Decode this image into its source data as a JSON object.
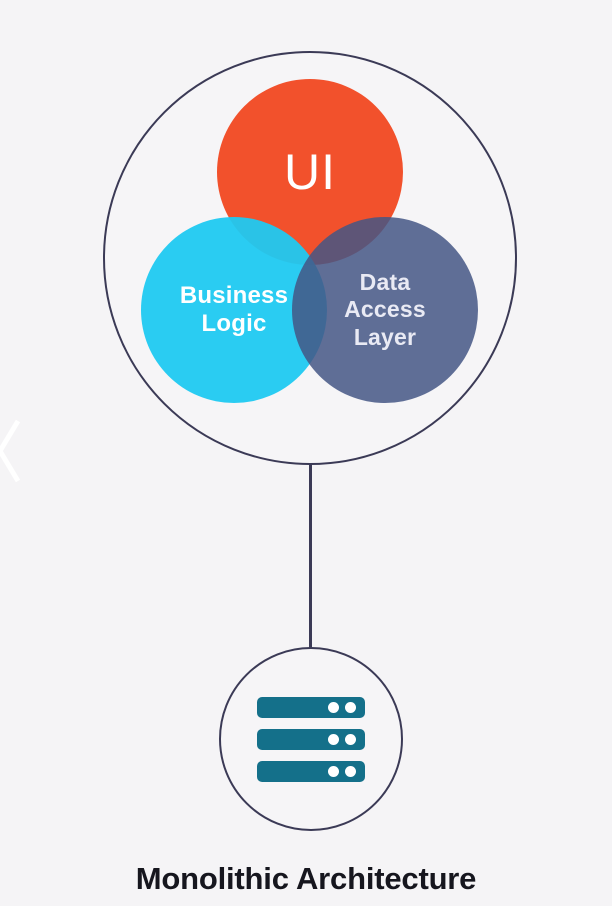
{
  "carousel": {
    "prev_icon": "chevron-left",
    "prev_color": "#ffffff"
  },
  "diagram": {
    "caption": "Monolithic Architecture",
    "caption_color": "#16161e",
    "outline_color": "#3b3a56",
    "background_color": "#f5f4f6",
    "venn_circles": [
      {
        "id": "ui",
        "label": "UI",
        "fill": "#f2512c",
        "label_color": "#ffffff"
      },
      {
        "id": "business-logic",
        "label": "Business Logic",
        "fill": "rgba(31,201,241,0.95)",
        "label_color": "#ffffff"
      },
      {
        "id": "data-access-layer",
        "label": "Data Access Layer",
        "fill": "rgba(68,86,133,0.85)",
        "label_color": "#e9eaf4"
      }
    ],
    "server_node": {
      "icon": "server-stack",
      "icon_color": "#14708a",
      "led_color": "#ffffff",
      "bars": 3,
      "leds_per_bar": 2
    }
  }
}
